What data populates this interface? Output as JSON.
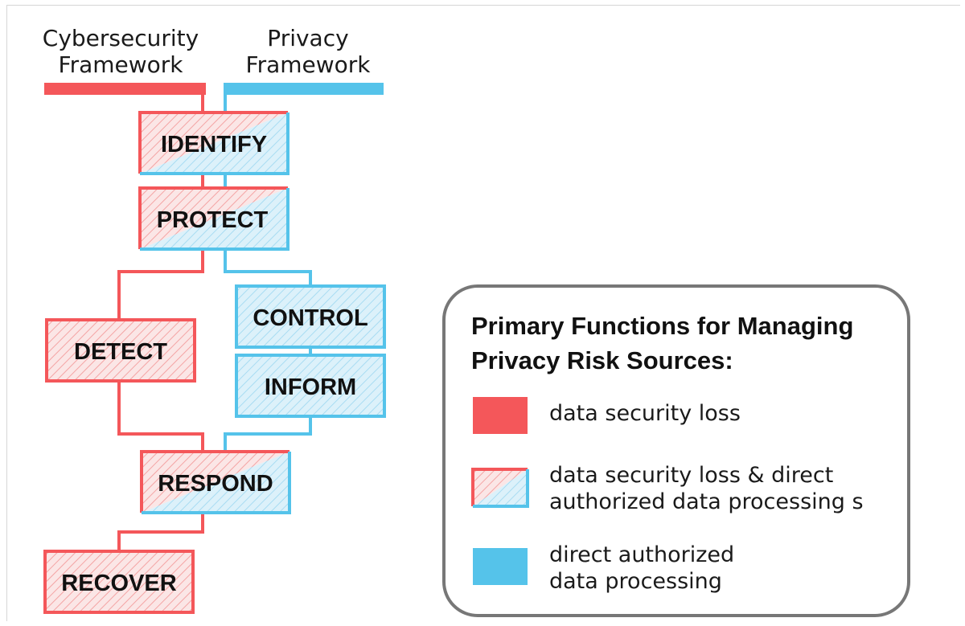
{
  "headers": {
    "cybersecurity": [
      "Cybersecurity",
      "Framework"
    ],
    "privacy": [
      "Privacy",
      "Framework"
    ]
  },
  "functions": {
    "identify": "IDENTIFY",
    "protect": "PROTECT",
    "detect": "DETECT",
    "control": "CONTROL",
    "inform": "INFORM",
    "respond": "RESPOND",
    "recover": "RECOVER"
  },
  "legend": {
    "title": [
      "Primary Functions for Managing",
      "Privacy Risk Sources:"
    ],
    "items": [
      {
        "kind": "security",
        "lines": [
          "data security loss"
        ]
      },
      {
        "kind": "both",
        "lines": [
          "data security loss & direct",
          "authorized data processing s"
        ]
      },
      {
        "kind": "privacy",
        "lines": [
          "direct authorized",
          "data processing"
        ]
      }
    ]
  },
  "colors": {
    "cybersecurity": "#f4575a",
    "privacy": "#55c3ea",
    "box_fill_red": "#fbe3e3",
    "box_fill_blue": "#d6eef8",
    "legend_border": "#777777"
  }
}
